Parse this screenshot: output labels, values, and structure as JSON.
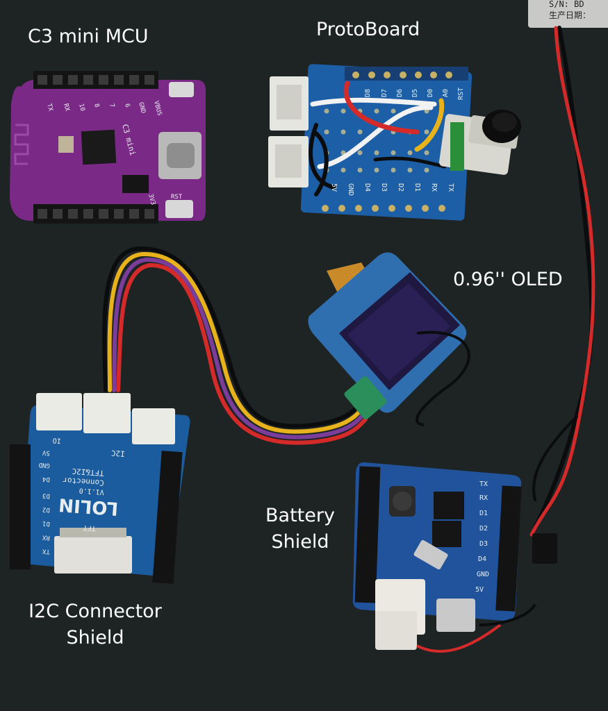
{
  "labels": {
    "c3_mcu": "C3 mini MCU",
    "protoboard": "ProtoBoard",
    "oled": "0.96'' OLED",
    "battery_line1": "Battery",
    "battery_line2": "Shield",
    "i2c_line1": "I2C Connector",
    "i2c_line2": "Shield"
  },
  "silkscreen": {
    "c3": {
      "pins_top": [
        "TX",
        "RX",
        "10",
        "8",
        "7",
        "6",
        "GND",
        "VBUS"
      ],
      "model": "C3 mini",
      "v3": "3V3",
      "rst": "RST"
    },
    "proto": {
      "pins_top": [
        "D8",
        "D7",
        "D6",
        "D5",
        "D0",
        "A0",
        "RST"
      ],
      "pins_bottom": [
        "5V",
        "GND",
        "D4",
        "D3",
        "D2",
        "D1",
        "RX",
        "TX"
      ]
    },
    "i2c": {
      "brand": "LOLIN",
      "model": "TFT&I2C",
      "sub": "Connector",
      "version": "V1.1.0",
      "i2c": "I2C",
      "tft": "TFT",
      "io": "IO",
      "pins_left": [
        "5V",
        "GND",
        "D4",
        "D3",
        "D2",
        "D1",
        "RX",
        "TX"
      ]
    },
    "battery": {
      "pins_right": [
        "RX",
        "D1",
        "D2",
        "D3",
        "D4",
        "GND",
        "5V"
      ],
      "tx": "TX"
    },
    "label_sticker": {
      "line1": "S/N: BD",
      "line2": "生产日期："
    }
  },
  "colors": {
    "background": "#1e2323",
    "c3_pcb": "#7a2a86",
    "proto_pcb": "#1c5fa6",
    "i2c_pcb": "#1b5c9e",
    "battery_pcb": "#20539c",
    "wire_red": "#d42a2a",
    "wire_yellow": "#e7b21c",
    "wire_purple": "#7a3e9a",
    "wire_black": "#0b0c0d"
  }
}
